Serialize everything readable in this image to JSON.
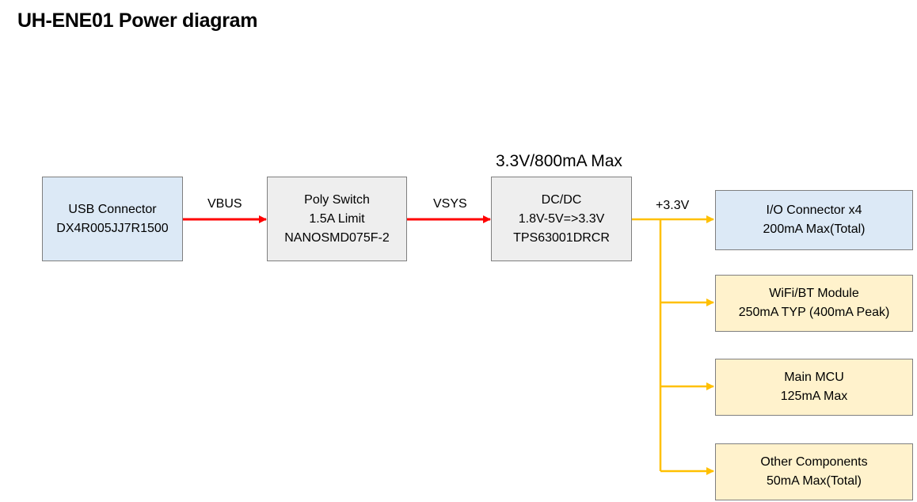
{
  "title": "UH-ENE01 Power diagram",
  "colors": {
    "red_arrow": "#ff0000",
    "yellow_arrow": "#ffc000",
    "blue_box": "#dce9f6",
    "gray_box": "#eeeeee",
    "yellow_box": "#fff2cc",
    "box_border": "#7f7f7f"
  },
  "blocks": {
    "usb": {
      "line1": "USB Connector",
      "line2": "DX4R005JJ7R1500"
    },
    "poly": {
      "line1": "Poly Switch",
      "line2": "1.5A Limit",
      "line3": "NANOSMD075F-2"
    },
    "dcdc": {
      "line1": "DC/DC",
      "line2": "1.8V-5V=>3.3V",
      "line3": "TPS63001DRCR",
      "rating": "3.3V/800mA Max"
    },
    "io": {
      "line1": "I/O Connector x4",
      "line2": "200mA Max(Total)"
    },
    "wifi": {
      "line1": "WiFi/BT Module",
      "line2": "250mA TYP (400mA Peak)"
    },
    "mcu": {
      "line1": "Main MCU",
      "line2": "125mA Max"
    },
    "other": {
      "line1": "Other Components",
      "line2": "50mA Max(Total)"
    }
  },
  "connections": {
    "vbus": "VBUS",
    "vsys": "VSYS",
    "v33": "+3.3V"
  }
}
